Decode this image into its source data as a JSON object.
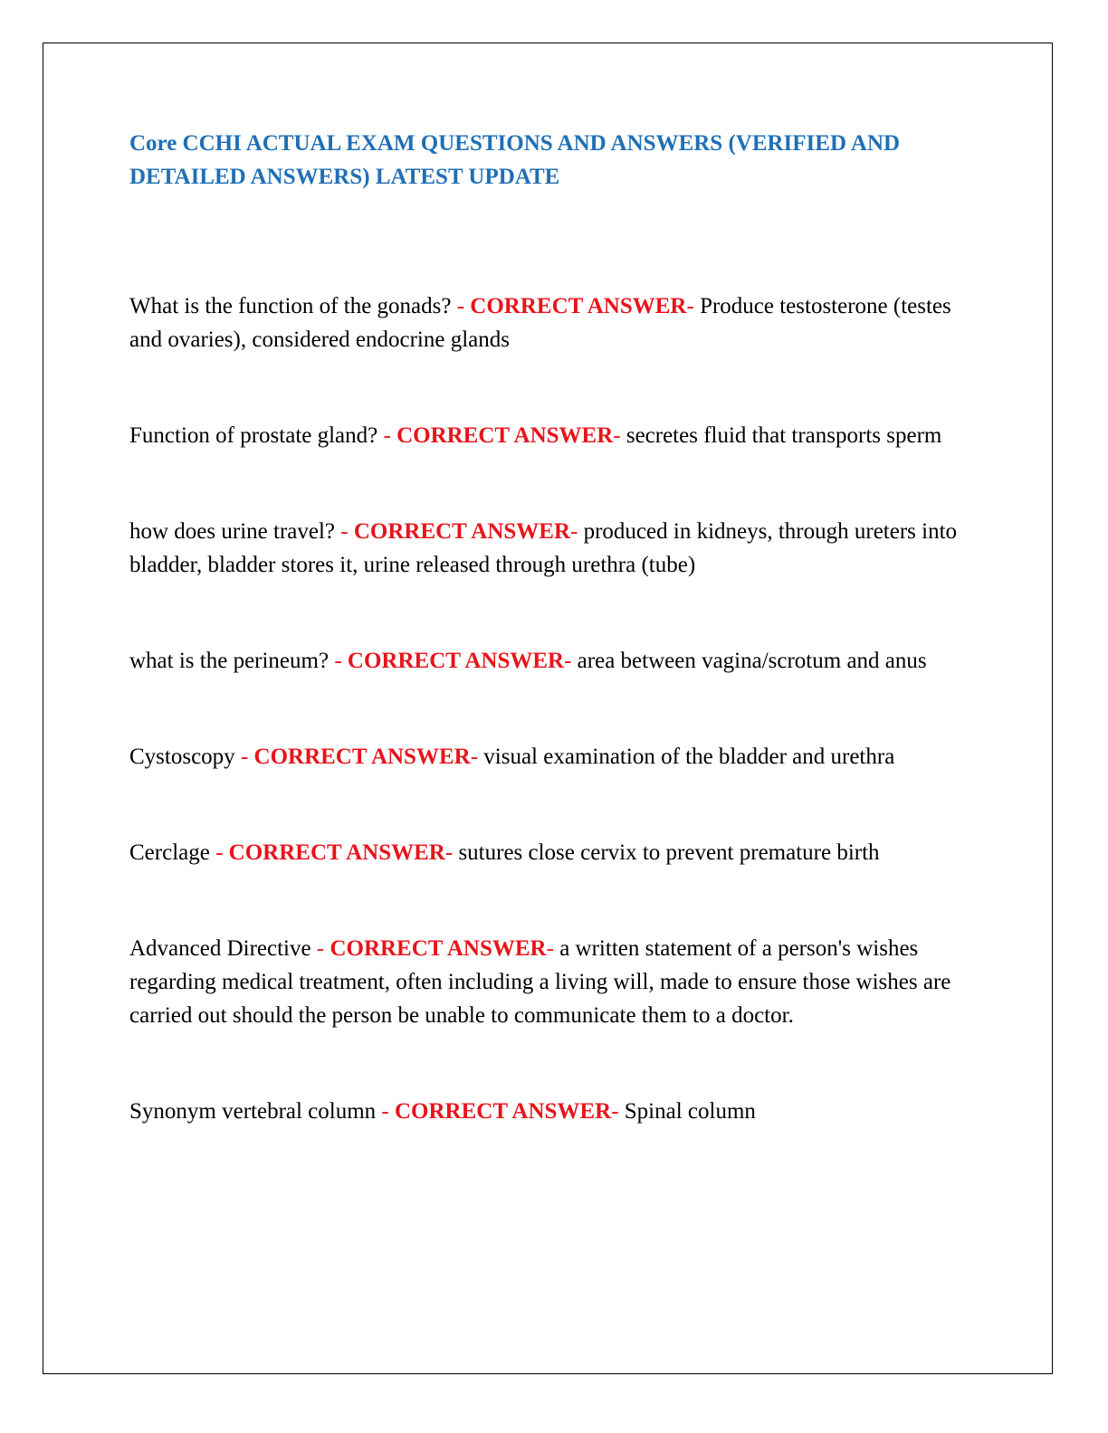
{
  "document": {
    "title": "Core CCHI ACTUAL EXAM QUESTIONS AND ANSWERS (VERIFIED AND DETAILED ANSWERS) LATEST UPDATE",
    "colors": {
      "title": "#1f6fb5",
      "answer_marker": "#e8141b",
      "text": "#000000"
    },
    "marker": {
      "dash": "- ",
      "label": "CORRECT ANSWER",
      "tail": "- "
    },
    "items": [
      {
        "question": "What is the function of the gonads? ",
        "answer": "Produce testosterone (testes and ovaries), considered endocrine glands"
      },
      {
        "question": "Function of prostate gland? ",
        "answer": "secretes fluid that transports sperm"
      },
      {
        "question": "how does urine travel? ",
        "answer": "produced in kidneys, through ureters into bladder, bladder stores it, urine released through urethra (tube)"
      },
      {
        "question": "what is the perineum? ",
        "answer": "area between vagina/scrotum and anus"
      },
      {
        "question": "Cystoscopy ",
        "answer": "visual examination of the bladder and urethra"
      },
      {
        "question": "Cerclage ",
        "answer": "sutures close cervix to prevent premature birth"
      },
      {
        "question": "Advanced Directive ",
        "answer": "a written statement of a person's wishes regarding medical treatment, often including a living will, made to ensure those wishes are carried out should the person be unable to communicate them to a doctor."
      },
      {
        "question": "Synonym vertebral column ",
        "answer": "Spinal column"
      }
    ]
  }
}
